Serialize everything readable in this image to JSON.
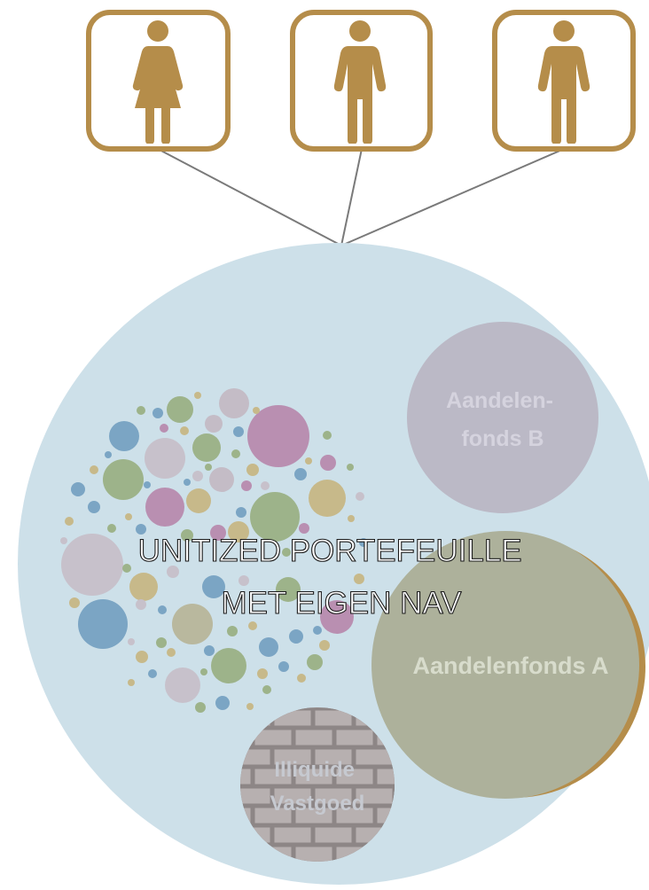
{
  "investors": [
    {
      "icon": "female-person-icon"
    },
    {
      "icon": "male-person-icon"
    },
    {
      "icon": "male-person-icon"
    }
  ],
  "portfolio": {
    "title_line1": "UNITIZED PORTEFEUILLE",
    "title_line2": "MET EIGEN NAV"
  },
  "funds": {
    "fund_b_line1": "Aandelen-",
    "fund_b_line2": "fonds B",
    "fund_a": "Aandelenfonds A",
    "illiquid_line1": "Illiquide",
    "illiquid_line2": "Vastgoed"
  },
  "colors": {
    "accent": "#b58d4a",
    "portfolio_circle": "#cde0e9",
    "fund_b": "#bbb9c6",
    "fund_a": "#adb19b",
    "brick": "#9a8a86",
    "connector": "#7a7a7a"
  }
}
